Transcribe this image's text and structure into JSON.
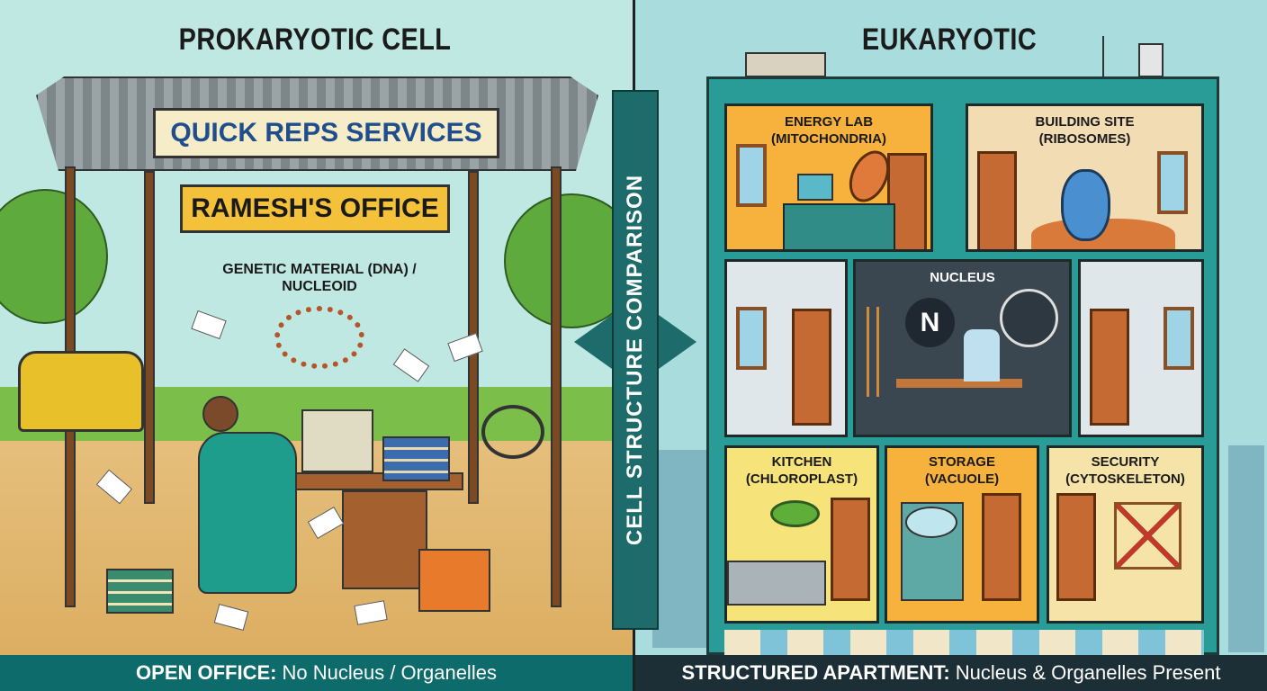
{
  "left_panel": {
    "title": "PROKARYOTIC CELL",
    "banner": "QUICK REPS SERVICES",
    "sign": "RAMESH'S OFFICE",
    "dna_label": "GENETIC MATERIAL (DNA) /",
    "dna_label_2": "NUCLEOID",
    "footer_bold": "OPEN OFFICE:",
    "footer_text": "No Nucleus / Organelles"
  },
  "divider": {
    "label": "CELL STRUCTURE COMPARISON"
  },
  "right_panel": {
    "title": "EUKARYOTIC",
    "rooms": [
      {
        "name": "ENERGY LAB",
        "sub": "(MITOCHONDRIA)"
      },
      {
        "name": "BUILDING SITE",
        "sub": "(RIBOSOMES)"
      },
      {
        "name": "NUCLEUS",
        "badge": "N"
      },
      {
        "name": "KITCHEN",
        "sub": "(CHLOROPLAST)"
      },
      {
        "name": "STORAGE",
        "sub": "(VACUOLE)"
      },
      {
        "name": "SECURITY",
        "sub": "(CYTOSKELETON)"
      }
    ],
    "footer_bold": "STRUCTURED APARTMENT:",
    "footer_text": "Nucleus & Organelles Present"
  },
  "colors": {
    "teal": "#1d6b6b",
    "footer_left": "#0e6b6b",
    "footer_right": "#1c2f36",
    "sign": "#f4c23a"
  }
}
